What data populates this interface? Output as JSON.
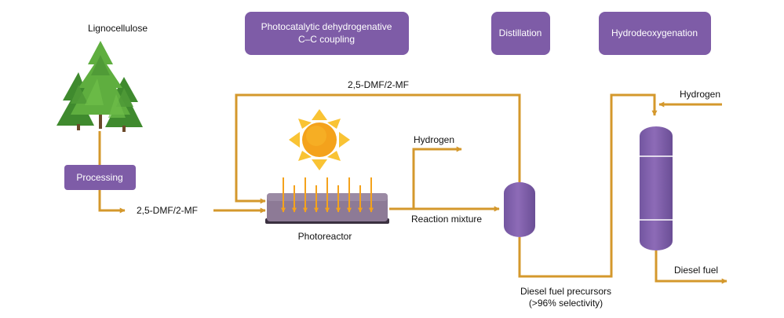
{
  "labels": {
    "lignocellulose": "Lignocellulose",
    "processing": "Processing",
    "feed_in": "2,5-DMF/2-MF",
    "recycle": "2,5-DMF/2-MF",
    "photoreactor": "Photoreactor",
    "hydrogen_out": "Hydrogen",
    "reaction_mixture": "Reaction mixture",
    "hydrogen_in": "Hydrogen",
    "diesel_precursors_line1": "Diesel fuel precursors",
    "diesel_precursors_line2": "(>96% selectivity)",
    "diesel_fuel": "Diesel fuel"
  },
  "stages": {
    "coupling_line1": "Photocatalytic dehydrogenative",
    "coupling_line2": "C–C coupling",
    "distillation": "Distillation",
    "hydrodeoxygenation": "Hydrodeoxygenation"
  },
  "icons": {
    "trees": "pine-trees-icon",
    "sun": "sun-icon"
  },
  "colors": {
    "stage_box": "#7e5ca7",
    "flow_line": "#d4982c",
    "reactor_body": "#8d7a96",
    "tree_green": "#4f9a37",
    "sun_orange": "#f4a21c",
    "sun_yellow": "#f9c334"
  }
}
